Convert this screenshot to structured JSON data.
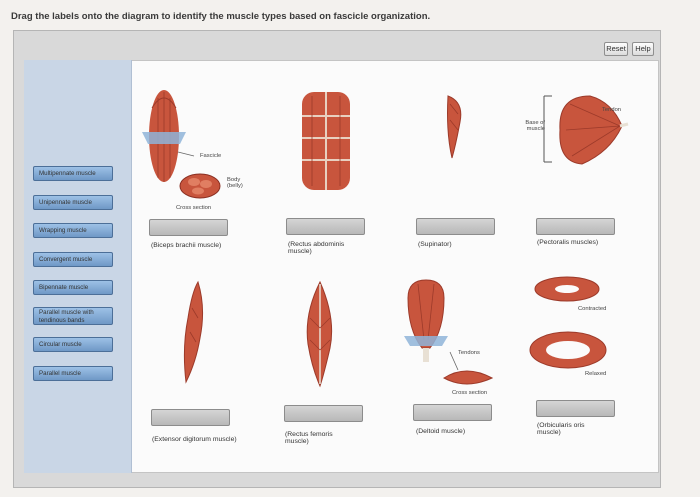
{
  "instruction": "Drag the labels onto the diagram to identify the muscle types based on fascicle organization.",
  "buttons": {
    "reset": "Reset",
    "help": "Help"
  },
  "labels": [
    "Multipennate muscle",
    "Unipennate muscle",
    "Wrapping muscle",
    "Convergent muscle",
    "Bipennate muscle",
    "Parallel muscle with tendinous bands",
    "Circular muscle",
    "Parallel muscle"
  ],
  "diagram": {
    "fascicle": "Fascicle",
    "body_belly": "Body (belly)",
    "cross_section_1": "Cross section",
    "biceps": "(Biceps brachii muscle)",
    "rectus_abdominis": "(Rectus abdominis muscle)",
    "supinator": "(Supinator)",
    "pectoralis": "(Pectoralis muscles)",
    "base_of_muscle": "Base of muscle",
    "tendon": "Tendon",
    "contracted": "Contracted",
    "relaxed": "Relaxed",
    "tendons": "Tendons",
    "cross_section_2": "Cross section",
    "extensor": "(Extensor digitorum muscle)",
    "rectus_femoris": "(Rectus femoris muscle)",
    "deltoid": "(Deltoid muscle)",
    "orbicularis": "(Orbicularis oris muscle)"
  },
  "colors": {
    "muscle": "#c8553d",
    "muscle_dark": "#9c3a2a",
    "label_blue": "#7fa8d6",
    "tendon": "#e8e0d4"
  }
}
